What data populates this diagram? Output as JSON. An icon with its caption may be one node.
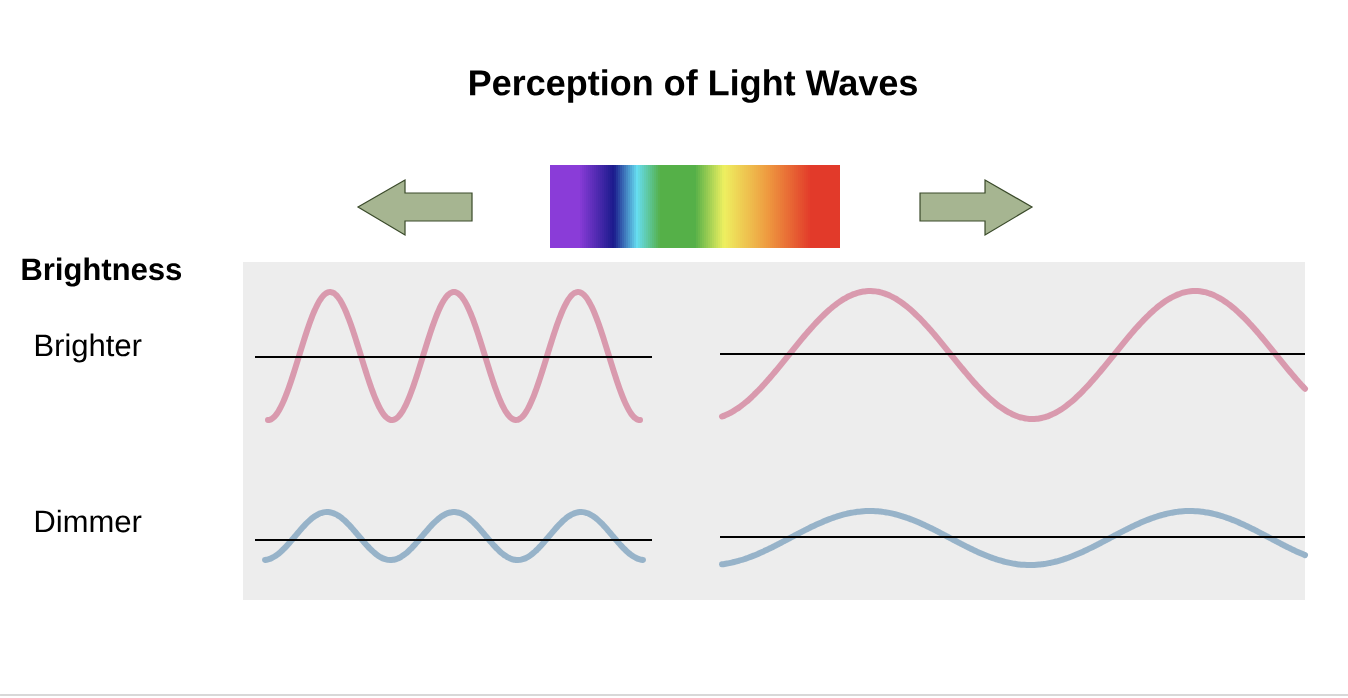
{
  "diagram": {
    "title": "Perception of Light Waves",
    "labels": [
      "Brightness",
      "Brighter",
      "Dimmer"
    ]
  }
}
